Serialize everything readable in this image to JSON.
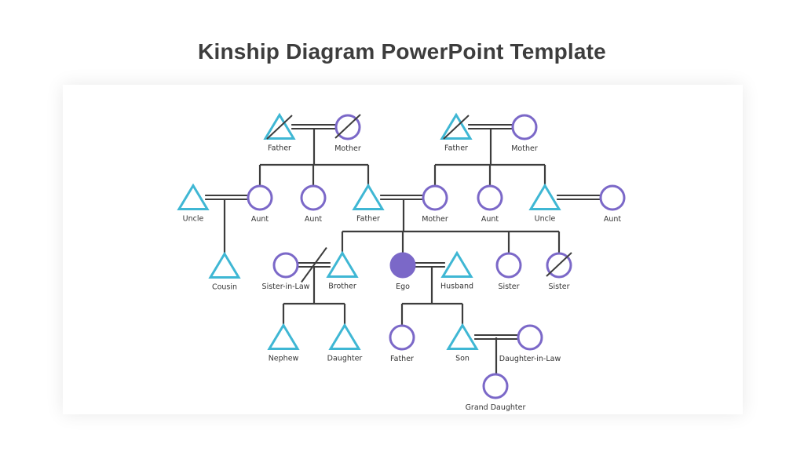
{
  "title": "Kinship Diagram PowerPoint Template",
  "colors": {
    "male": "#3fb7d4",
    "female": "#7b68c8",
    "ego_fill": "#7b68c8",
    "line": "#3d3d3d"
  },
  "legend": {
    "male_symbol": "triangle-icon",
    "female_symbol": "circle-icon"
  },
  "people": [
    {
      "id": "pgf",
      "label": "Father",
      "sex": "male",
      "deceased": true
    },
    {
      "id": "pgm",
      "label": "Mother",
      "sex": "female",
      "deceased": true
    },
    {
      "id": "mgf",
      "label": "Father",
      "sex": "male",
      "deceased": true
    },
    {
      "id": "mgm",
      "label": "Mother",
      "sex": "female",
      "deceased": false
    },
    {
      "id": "uncle1",
      "label": "Uncle",
      "sex": "male",
      "deceased": false
    },
    {
      "id": "aunt1",
      "label": "Aunt",
      "sex": "female",
      "deceased": false
    },
    {
      "id": "aunt2",
      "label": "Aunt",
      "sex": "female",
      "deceased": false
    },
    {
      "id": "father",
      "label": "Father",
      "sex": "male",
      "deceased": false
    },
    {
      "id": "mother",
      "label": "Mother",
      "sex": "female",
      "deceased": false
    },
    {
      "id": "aunt3",
      "label": "Aunt",
      "sex": "female",
      "deceased": false
    },
    {
      "id": "uncle2",
      "label": "Uncle",
      "sex": "male",
      "deceased": false
    },
    {
      "id": "aunt4",
      "label": "Aunt",
      "sex": "female",
      "deceased": false
    },
    {
      "id": "cousin",
      "label": "Cousin",
      "sex": "male",
      "deceased": false
    },
    {
      "id": "sil",
      "label": "Sister-in-Law",
      "sex": "female",
      "deceased": false
    },
    {
      "id": "brother",
      "label": "Brother",
      "sex": "male",
      "deceased": false
    },
    {
      "id": "ego",
      "label": "Ego",
      "sex": "female",
      "deceased": false,
      "ego": true
    },
    {
      "id": "husband",
      "label": "Husband",
      "sex": "male",
      "deceased": false
    },
    {
      "id": "sister1",
      "label": "Sister",
      "sex": "female",
      "deceased": false
    },
    {
      "id": "sister2",
      "label": "Sister",
      "sex": "female",
      "deceased": true
    },
    {
      "id": "nephew",
      "label": "Nephew",
      "sex": "male",
      "deceased": false
    },
    {
      "id": "niece",
      "label": "Daughter",
      "sex": "male",
      "deceased": false
    },
    {
      "id": "child1",
      "label": "Father",
      "sex": "female",
      "deceased": false
    },
    {
      "id": "son",
      "label": "Son",
      "sex": "male",
      "deceased": false
    },
    {
      "id": "dil",
      "label": "Daughter-in-Law",
      "sex": "female",
      "deceased": false
    },
    {
      "id": "gd",
      "label": "Grand Daughter",
      "sex": "female",
      "deceased": false
    }
  ],
  "marriages": [
    {
      "a": "pgf",
      "b": "pgm",
      "divorced": false
    },
    {
      "a": "mgf",
      "b": "mgm",
      "divorced": false
    },
    {
      "a": "uncle1",
      "b": "aunt1",
      "divorced": false
    },
    {
      "a": "father",
      "b": "mother",
      "divorced": false
    },
    {
      "a": "uncle2",
      "b": "aunt4",
      "divorced": false
    },
    {
      "a": "sil",
      "b": "brother",
      "divorced": true
    },
    {
      "a": "ego",
      "b": "husband",
      "divorced": false
    },
    {
      "a": "son",
      "b": "dil",
      "divorced": false
    }
  ],
  "families": [
    {
      "parents": [
        "pgf",
        "pgm"
      ],
      "children": [
        "aunt1",
        "aunt2",
        "father"
      ]
    },
    {
      "parents": [
        "mgf",
        "mgm"
      ],
      "children": [
        "mother",
        "aunt3",
        "uncle2"
      ]
    },
    {
      "parents": [
        "uncle1",
        "aunt1"
      ],
      "children": [
        "cousin"
      ]
    },
    {
      "parents": [
        "father",
        "mother"
      ],
      "children": [
        "brother",
        "ego",
        "sister1",
        "sister2"
      ]
    },
    {
      "parents": [
        "sil",
        "brother"
      ],
      "children": [
        "nephew",
        "niece"
      ]
    },
    {
      "parents": [
        "ego",
        "husband"
      ],
      "children": [
        "child1",
        "son"
      ]
    },
    {
      "parents": [
        "son",
        "dil"
      ],
      "children": [
        "gd"
      ]
    }
  ]
}
